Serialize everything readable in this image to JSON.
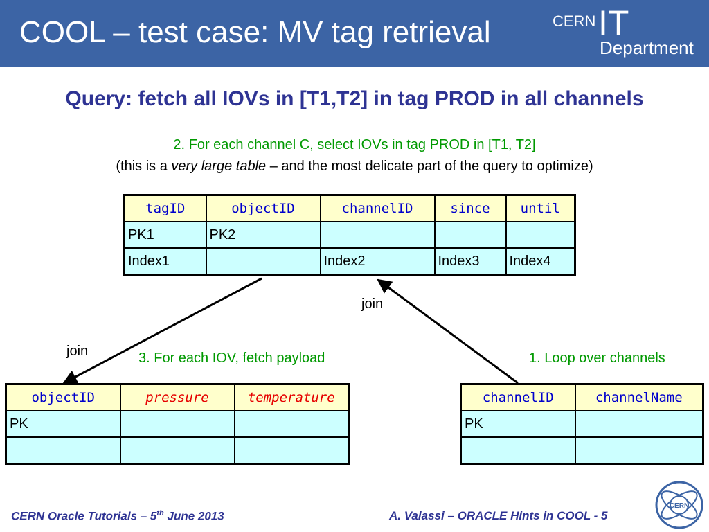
{
  "header": {
    "title": "COOL – test case: MV tag retrieval",
    "logo": {
      "cern": "CERN",
      "it": "IT",
      "department": "Department"
    },
    "background_color": "#3c64a5"
  },
  "subtitle": "Query: fetch all IOVs in [T1,T2] in tag PROD in all channels",
  "step2": "2. For each channel C, select IOVs in tag PROD in [T1, T2]",
  "note": {
    "prefix": "(this is a ",
    "emphasis": "very large table",
    "suffix": " – and the most delicate part of the query to optimize)"
  },
  "iov_table": {
    "headers": [
      "tagID",
      "objectID",
      "channelID",
      "since",
      "until"
    ],
    "rows": [
      [
        "PK1",
        "PK2",
        "",
        "",
        ""
      ],
      [
        "Index1",
        "",
        "Index2",
        "Index3",
        "Index4"
      ]
    ]
  },
  "payload_table": {
    "headers": [
      "objectID",
      "pressure",
      "temperature"
    ],
    "rows": [
      [
        "PK",
        "",
        ""
      ],
      [
        "",
        "",
        ""
      ]
    ]
  },
  "channel_table": {
    "headers": [
      "channelID",
      "channelName"
    ],
    "rows": [
      [
        "PK",
        ""
      ],
      [
        "",
        ""
      ]
    ]
  },
  "labels": {
    "join_left": "join",
    "join_right": "join",
    "step3": "3. For each IOV, fetch payload",
    "step1": "1. Loop over channels"
  },
  "footer": {
    "left_prefix": "CERN Oracle Tutorials – 5",
    "left_sup": "th",
    "left_suffix": " June 2013",
    "right": "A. Valassi – ORACLE Hints in COOL - 5"
  },
  "seal": {
    "text": "CERN",
    "icon": "cern-seal-icon"
  },
  "colors": {
    "accent_blue": "#2e3393",
    "green_text": "#009900",
    "header_cell": "#ffffcc",
    "body_cell": "#ccffff",
    "mono_blue": "#0000cc",
    "mono_red": "#e60000"
  }
}
